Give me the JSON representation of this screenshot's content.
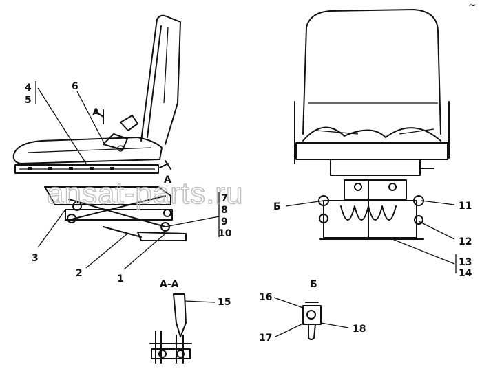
{
  "watermark": "ansat-parts.ru",
  "section_label_aa": "A-A",
  "section_label_b": "Б",
  "view_marker_a": "A",
  "callouts": {
    "c1": "1",
    "c2": "2",
    "c3": "3",
    "c4": "4",
    "c5": "5",
    "c6": "6",
    "c6b": "Б",
    "c7": "7",
    "c8": "8",
    "c9": "9",
    "c10": "10",
    "c11": "11",
    "c12": "12",
    "c13": "13",
    "c14": "14",
    "c15": "15",
    "c16": "16",
    "c17": "17",
    "c18": "18"
  },
  "corner_mark": "~"
}
